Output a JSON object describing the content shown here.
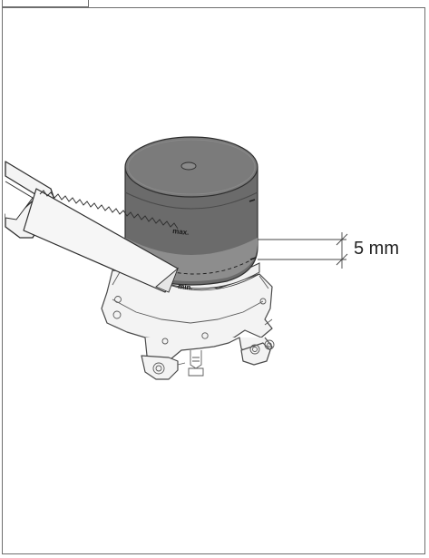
{
  "dimension": {
    "value_label": "5 mm"
  },
  "markings": {
    "max_label": "max.",
    "min_label": "min."
  },
  "colors": {
    "cap_dark": "#6a6a6a",
    "cap_top": "#7a7a7a",
    "sawn_band": "#8a8a8a",
    "housing": "#f2f2f2",
    "outline": "#3a3a3a",
    "frame": "#6e6e6e"
  }
}
